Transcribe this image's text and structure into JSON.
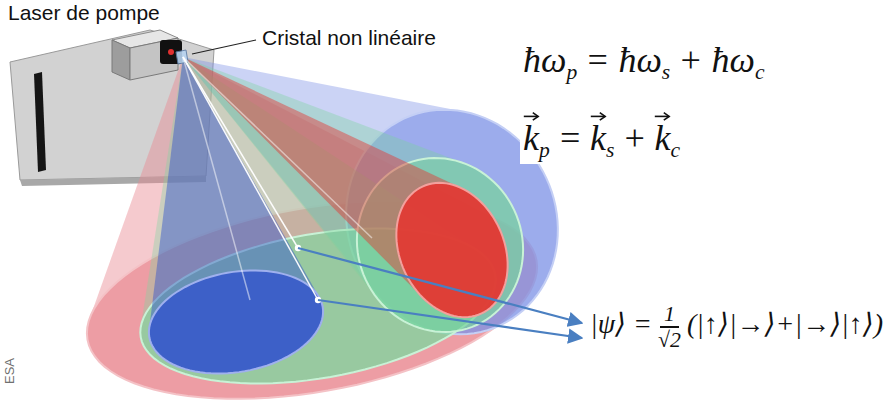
{
  "diagram": {
    "labels": [
      "Laser de pompe",
      "Cristal non linéaire",
      "ħω",
      "p",
      "= ħω",
      "s",
      "+ ħω",
      "c",
      "k",
      "p",
      "=",
      "k",
      "s",
      "+",
      "k",
      "c",
      "|ψ⟩ =",
      "1",
      "√2",
      "(|↑⟩|→⟩+|→⟩|↑⟩)",
      "ESA"
    ]
  }
}
